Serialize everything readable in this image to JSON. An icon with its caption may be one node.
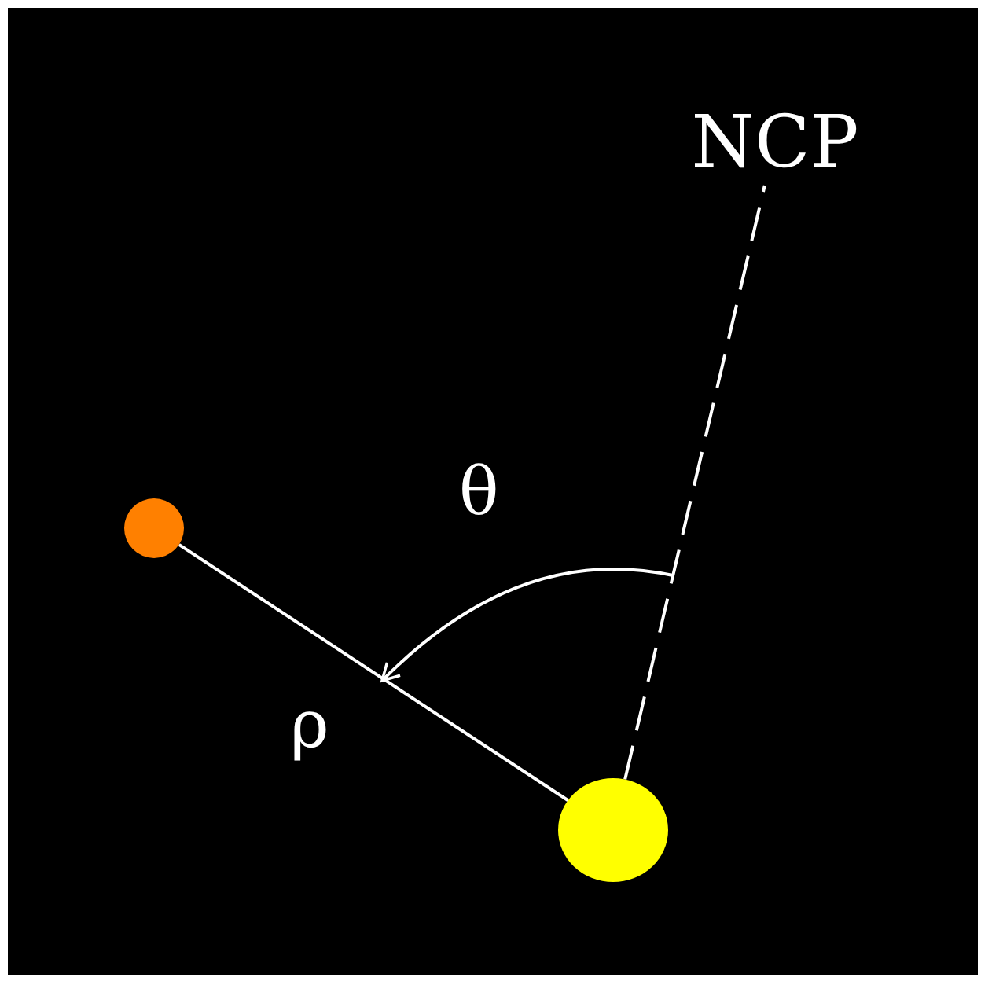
{
  "diagram": {
    "nodes": [
      {
        "text": [
          "NCP"
        ]
      },
      {
        "text": [],
        "shape": "circle"
      },
      {
        "text": [],
        "shape": "circle"
      }
    ],
    "edges": [
      {
        "from": 2,
        "to": 0,
        "arrow": "none",
        "style": "dashed"
      },
      {
        "from": 2,
        "to": 1,
        "arrow": "none",
        "label": "ρ"
      }
    ],
    "labels": [
      "θ"
    ]
  }
}
